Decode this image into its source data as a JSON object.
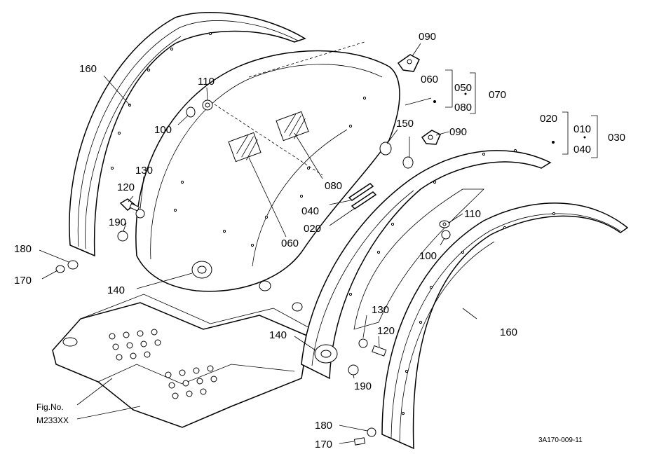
{
  "part_labels": {
    "l090a": "090",
    "l060": "060",
    "l050": "050",
    "l070": "070",
    "l080a": "080",
    "l160a": "160",
    "l110a": "110",
    "l100a": "100",
    "l150": "150",
    "l090b": "090",
    "l020a": "020",
    "l010": "010",
    "l030": "030",
    "l040a": "040",
    "l130a": "130",
    "l120a": "120",
    "l190a": "190",
    "l180a": "180",
    "l170a": "170",
    "l140a": "140",
    "l080b": "080",
    "l040b": "040",
    "l020b": "020",
    "l060b": "060",
    "l110b": "110",
    "l100b": "100",
    "l130b": "130",
    "l140b": "140",
    "l120b": "120",
    "l160b": "160",
    "l190b": "190",
    "l180b": "180",
    "l170b": "170"
  },
  "figure_ref": {
    "line1": "Fig.No.",
    "line2": "M233XX"
  },
  "drawing_code": "3A170-009-11"
}
